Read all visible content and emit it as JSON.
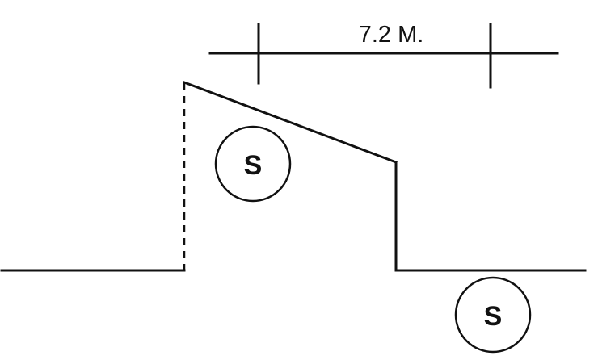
{
  "dimension": {
    "label": "7.2 M."
  },
  "symbols": {
    "upper": "S",
    "lower": "S"
  },
  "colors": {
    "line": "#111111",
    "background": "#ffffff"
  }
}
